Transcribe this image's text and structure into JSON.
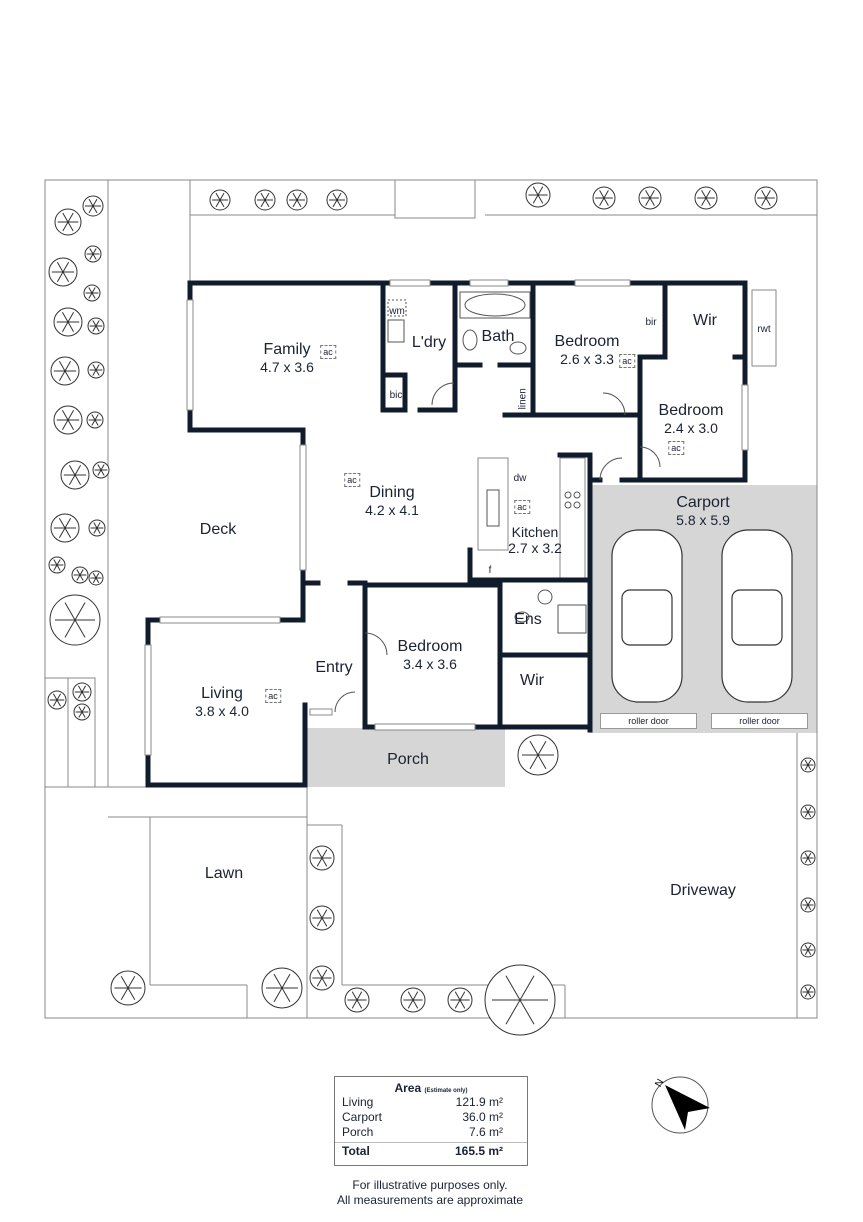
{
  "rooms": {
    "family": {
      "name": "Family",
      "dims": "4.7 x 3.6"
    },
    "laundry": {
      "name": "L'dry"
    },
    "bath": {
      "name": "Bath"
    },
    "bedroom1": {
      "name": "Bedroom",
      "dims": "2.6 x 3.3"
    },
    "wir1": {
      "name": "Wir"
    },
    "bedroom2": {
      "name": "Bedroom",
      "dims": "2.4 x 3.0"
    },
    "dining": {
      "name": "Dining",
      "dims": "4.2 x 4.1"
    },
    "kitchen": {
      "name": "Kitchen",
      "dims": "2.7 x 3.2"
    },
    "carport": {
      "name": "Carport",
      "dims": "5.8 x 5.9"
    },
    "deck": {
      "name": "Deck"
    },
    "living": {
      "name": "Living",
      "dims": "3.8 x 4.0"
    },
    "entry": {
      "name": "Entry"
    },
    "bedroom3": {
      "name": "Bedroom",
      "dims": "3.4 x 3.6"
    },
    "ens": {
      "name": "Ens"
    },
    "wir2": {
      "name": "Wir"
    },
    "porch": {
      "name": "Porch"
    },
    "lawn": {
      "name": "Lawn"
    },
    "driveway": {
      "name": "Driveway"
    }
  },
  "fixtures": {
    "wm": "wm",
    "bic": "bic",
    "linen": "linen",
    "bir": "bir",
    "rwt": "rwt",
    "dw": "dw",
    "f": "f",
    "ac": "ac",
    "roller_door": "roller door"
  },
  "area": {
    "title": "Area",
    "subtitle": "(Estimate only)",
    "rows": [
      {
        "label": "Living",
        "value": "121.9 m²"
      },
      {
        "label": "Carport",
        "value": "36.0 m²"
      },
      {
        "label": "Porch",
        "value": "7.6 m²"
      }
    ],
    "total": {
      "label": "Total",
      "value": "165.5 m²"
    }
  },
  "disclaimer": {
    "line1": "For illustrative purposes only.",
    "line2": "All measurements are approximate"
  },
  "compass": {
    "label": "N"
  },
  "colors": {
    "wall": "#101b2c",
    "shade": "#d6d6d6",
    "line": "#888888"
  }
}
